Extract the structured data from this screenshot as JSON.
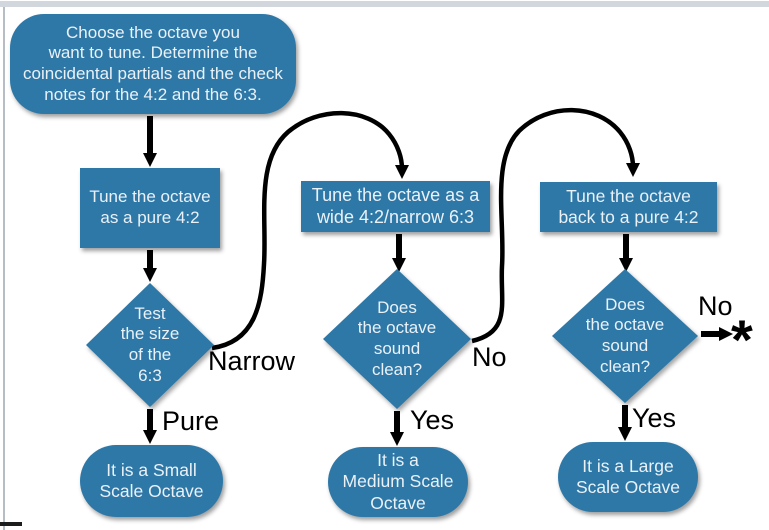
{
  "theme": {
    "node_fill": "#2e78a8",
    "node_text": "#eaf1f7",
    "arrow_color": "#000000",
    "label_color": "#000000",
    "background": "#ffffff"
  },
  "flowchart": {
    "start": {
      "text": "Choose the octave you\nwant to tune. Determine the\ncoincidental partials and the check\nnotes for the 4:2 and the 6:3."
    },
    "branch_small": {
      "process": "Tune the octave\nas a pure 4:2",
      "decision": "Test\nthe size\nof the\n6:3",
      "side_label": "Narrow",
      "down_label": "Pure",
      "result": "It is a Small\nScale Octave"
    },
    "branch_medium": {
      "process": "Tune the octave as a\nwide 4:2/narrow 6:3",
      "decision": "Does\nthe octave\nsound\nclean?",
      "side_label": "No",
      "down_label": "Yes",
      "result": "It is a\nMedium Scale\nOctave"
    },
    "branch_large": {
      "process": "Tune the octave\nback to a pure 4:2",
      "decision": "Does\nthe octave\nsound\nclean?",
      "side_label": "No",
      "down_label": "Yes",
      "result": "It is a Large\nScale Octave",
      "terminal_symbol": "*"
    }
  }
}
